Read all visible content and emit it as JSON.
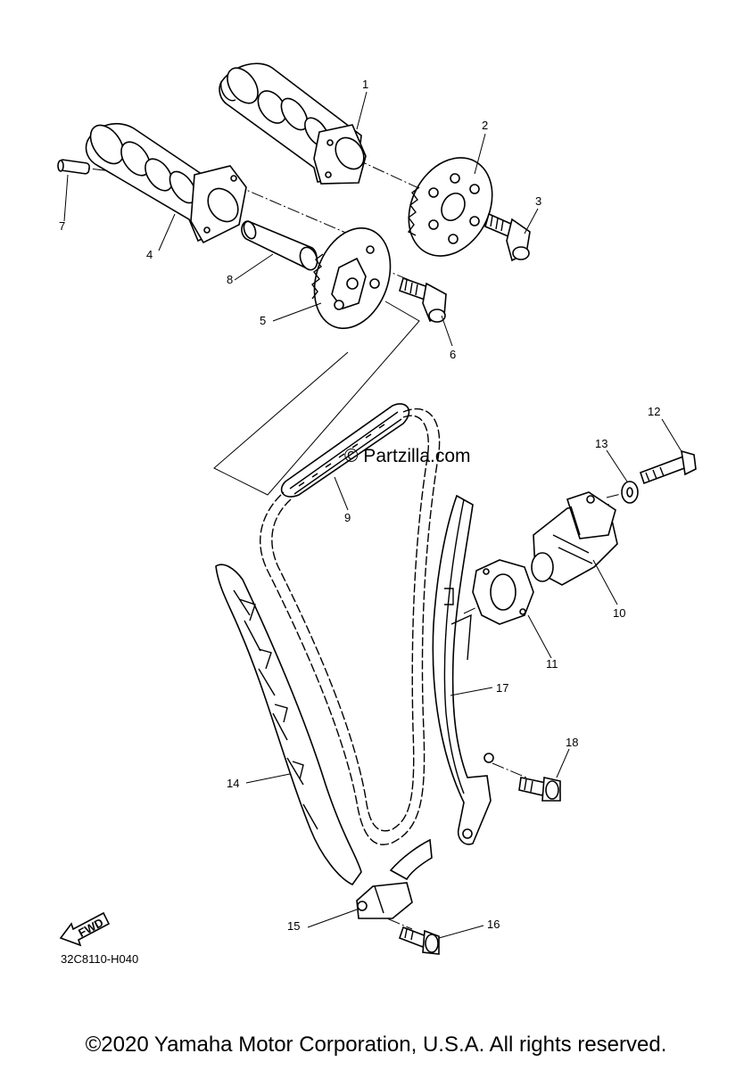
{
  "watermark": "© Partzilla.com",
  "diagram_code": "32C8110-H040",
  "fwd_label": "FWD",
  "copyright": "©2020 Yamaha Motor Corporation, U.S.A. All rights reserved.",
  "callouts": [
    {
      "id": "1",
      "label": "1"
    },
    {
      "id": "2",
      "label": "2"
    },
    {
      "id": "3",
      "label": "3"
    },
    {
      "id": "4",
      "label": "4"
    },
    {
      "id": "5",
      "label": "5"
    },
    {
      "id": "6",
      "label": "6"
    },
    {
      "id": "7",
      "label": "7"
    },
    {
      "id": "8",
      "label": "8"
    },
    {
      "id": "9",
      "label": "9"
    },
    {
      "id": "10",
      "label": "10"
    },
    {
      "id": "11",
      "label": "11"
    },
    {
      "id": "12",
      "label": "12"
    },
    {
      "id": "13",
      "label": "13"
    },
    {
      "id": "14",
      "label": "14"
    },
    {
      "id": "15",
      "label": "15"
    },
    {
      "id": "16",
      "label": "16"
    },
    {
      "id": "17",
      "label": "17"
    },
    {
      "id": "18",
      "label": "18"
    }
  ]
}
